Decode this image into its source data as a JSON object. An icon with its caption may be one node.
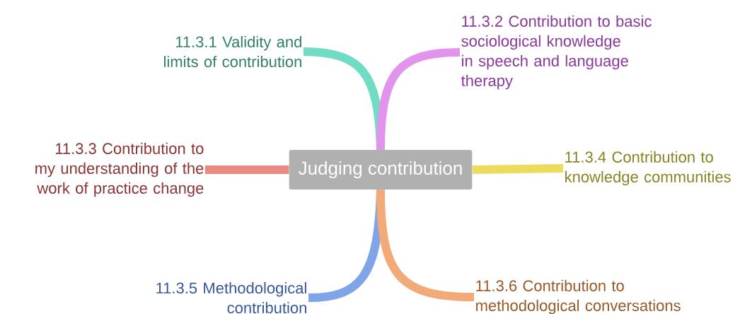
{
  "diagram": {
    "nodes": [
      {
        "text": [
          "Judging contribution"
        ]
      },
      {
        "text": [
          "11.3.1 Validity and limits of contribution"
        ]
      },
      {
        "text": [
          "11.3.2 Contribution to basic sociological knowledge in speech and language therapy"
        ]
      },
      {
        "text": [
          "11.3.3 Contribution to my understanding of the work of practice change"
        ]
      },
      {
        "text": [
          "11.3.4 Contribution to knowledge communities"
        ]
      },
      {
        "text": [
          "11.3.5 Methodological contribution"
        ]
      },
      {
        "text": [
          "11.3.6 Contribution to methodological conversations"
        ]
      }
    ],
    "edges": [
      {
        "from": 0,
        "to": 1,
        "arrow": "none",
        "color": "#6fdcc3"
      },
      {
        "from": 0,
        "to": 2,
        "arrow": "none",
        "color": "#e294ec"
      },
      {
        "from": 0,
        "to": 3,
        "arrow": "none",
        "color": "#e98a83"
      },
      {
        "from": 0,
        "to": 4,
        "arrow": "none",
        "color": "#ebdc5e"
      },
      {
        "from": 0,
        "to": 5,
        "arrow": "none",
        "color": "#7fa5e8"
      },
      {
        "from": 0,
        "to": 6,
        "arrow": "none",
        "color": "#f1aa78"
      }
    ]
  }
}
